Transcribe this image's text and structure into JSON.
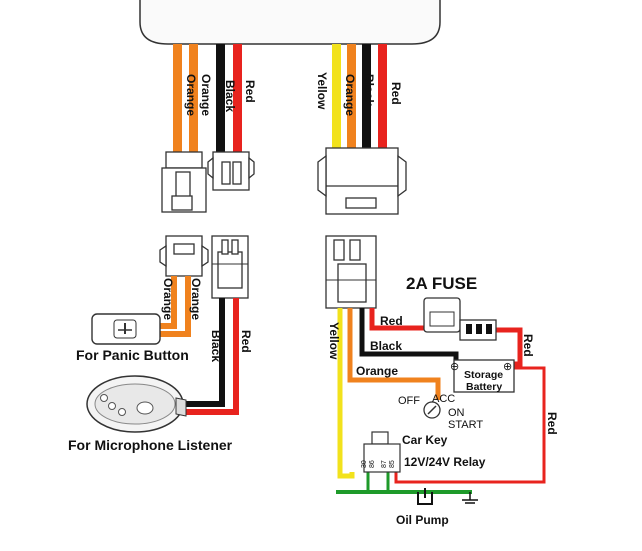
{
  "device_wires_left": [
    "Orange",
    "Orange",
    "Black",
    "Red"
  ],
  "device_wires_right": [
    "Yellow",
    "Orange",
    "Black",
    "Red"
  ],
  "panic_wires": [
    "Orange",
    "Orange"
  ],
  "mic_wires": [
    "Black",
    "Red"
  ],
  "labels": {
    "panic_button": "For Panic Button",
    "microphone": "For Microphone Listener",
    "fuse": "2A FUSE",
    "red": "Red",
    "red_right": "Red",
    "red_far": "Red",
    "black": "Black",
    "orange": "Orange",
    "yellow": "Yellow",
    "storage_battery": "Storage\nBattery",
    "car_key": "Car Key",
    "off": "OFF",
    "acc": "ACC",
    "on": "ON",
    "start": "START",
    "relay": "12V/24V Relay",
    "oil_pump": "Oil Pump",
    "minus": "⊖",
    "plus": "⊕",
    "pins": [
      "30",
      "86",
      "87",
      "85"
    ]
  },
  "colors": {
    "orange": "#f0821e",
    "black": "#111111",
    "red": "#e8231e",
    "yellow": "#f2e21c",
    "green": "#1e9a2a",
    "outline": "#333333"
  }
}
